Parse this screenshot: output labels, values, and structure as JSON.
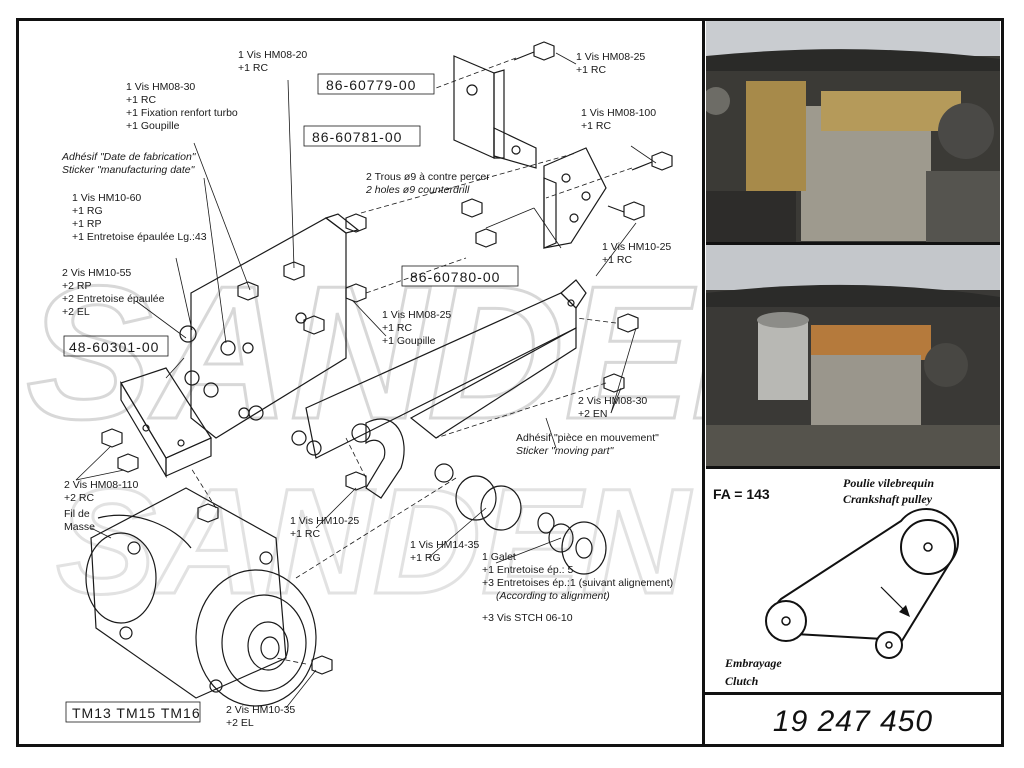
{
  "part_numbers": {
    "p1": "86-60779-00",
    "p2": "86-60781-00",
    "p3": "86-60780-00",
    "p4": "48-60301-00"
  },
  "callouts": {
    "c1": [
      "1 Vis HM08-20",
      "+1 RC"
    ],
    "c2": [
      "1 Vis HM08-25",
      "+1 RC"
    ],
    "c3": [
      "1 Vis HM08-30",
      "+1 RC",
      "+1 Fixation renfort turbo",
      "+1 Goupille"
    ],
    "c4": [
      "1 Vis HM08-100",
      "+1 RC"
    ],
    "c5a": "Adhésif \"Date de fabrication\"",
    "c5b": "Sticker \"manufacturing date\"",
    "c6a": "2 Trous ø9 à contre percer",
    "c6b": "2 holes ø9 counterdrill",
    "c7": [
      "1 Vis HM10-60",
      "+1 RG",
      "+1 RP",
      "+1 Entretoise épaulée Lg.:43"
    ],
    "c8": [
      "1 Vis HM10-25",
      "+1 RC"
    ],
    "c9": [
      "2 Vis HM10-55",
      "+2 RP",
      "+2 Entretoise épaulée",
      "+2 EL"
    ],
    "c10": [
      "1 Vis HM08-25",
      "+1 RC",
      "+1 Goupille"
    ],
    "c11": [
      "2 Vis HM08-30",
      "+2 EN"
    ],
    "c12a": "Adhésif \"pièce en mouvement\"",
    "c12b": "Sticker \"moving part\"",
    "c13": [
      "2 Vis HM08-110",
      "+2 RC"
    ],
    "c14": [
      "Fil de",
      "Masse"
    ],
    "c15": [
      "1 Vis HM10-25",
      "+1 RC"
    ],
    "c16": [
      "1 Vis HM14-35",
      "+1 RG"
    ],
    "c17": [
      "1 Galet",
      "+1 Entretoise ép.: 5",
      "+3 Entretoises ép.:1 (suivant alignement)"
    ],
    "c17b": "(According to alignment)",
    "c17c": "+3 Vis STCH 06-10",
    "c18": [
      "2 Vis HM10-35",
      "+2 EL"
    ]
  },
  "compressor_models": "TM13 TM15 TM16",
  "belt": {
    "fa": "FA = 143",
    "crank_fr": "Poulie vilebrequin",
    "crank_en": "Crankshaft pulley",
    "clutch_fr": "Embrayage",
    "clutch_en": "Clutch"
  },
  "reference_number": "19 247 450",
  "watermark": "SANDEN"
}
